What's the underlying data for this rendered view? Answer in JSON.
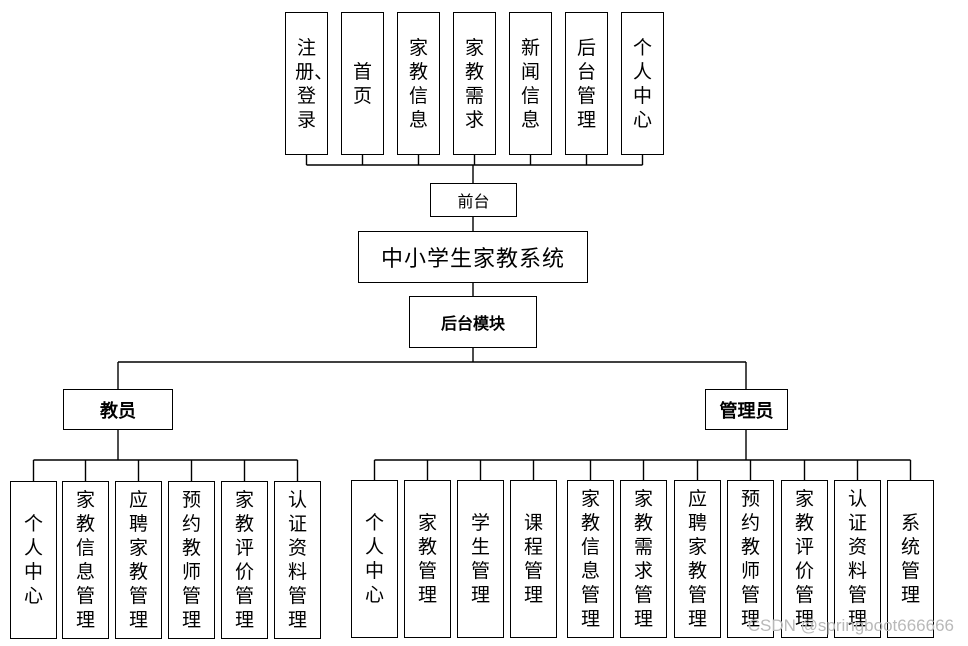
{
  "front_items": [
    "注册、登录",
    "首页",
    "家教信息",
    "家教需求",
    "新闻信息",
    "后台管理",
    "个人中心"
  ],
  "front_label": "前台",
  "system_title": "中小学生家教系统",
  "backend_label": "后台模块",
  "teacher": {
    "label": "教员",
    "items": [
      "个人中心",
      "家教信息管理",
      "应聘家教管理",
      "预约教师管理",
      "家教评价管理",
      "认证资料管理"
    ]
  },
  "admin": {
    "label": "管理员",
    "items": [
      "个人中心",
      "家教管理",
      "学生管理",
      "课程管理",
      "家教信息管理",
      "家教需求管理",
      "应聘家教管理",
      "预约教师管理",
      "家教评价管理",
      "认证资料管理",
      "系统管理"
    ]
  },
  "watermark": "CSDN @springboot666666"
}
